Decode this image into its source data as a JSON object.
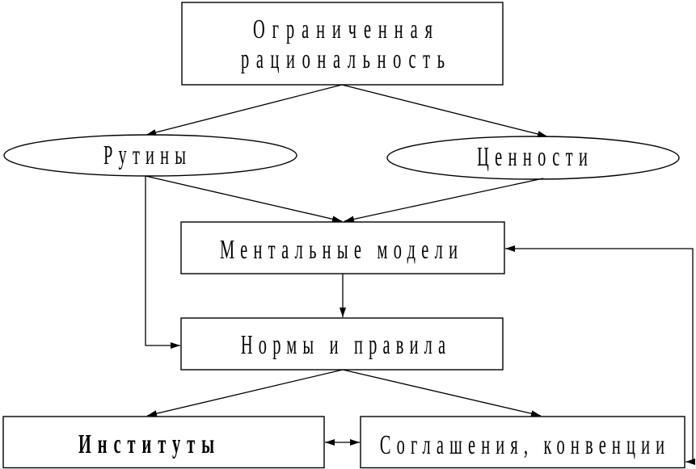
{
  "colors": {
    "background": "#ffffff",
    "stroke": "#000000",
    "text": "#000000"
  },
  "diagram": {
    "nodes": {
      "bounded_rationality": {
        "line1": "Ограниченная",
        "line2": "рациональность"
      },
      "routines": "Рутины",
      "values": "Ценности",
      "mental_models": "Ментальные модели",
      "norms_rules": "Нормы и правила",
      "institutions": "Институты",
      "agreements": "Соглашения, конвенции"
    }
  }
}
